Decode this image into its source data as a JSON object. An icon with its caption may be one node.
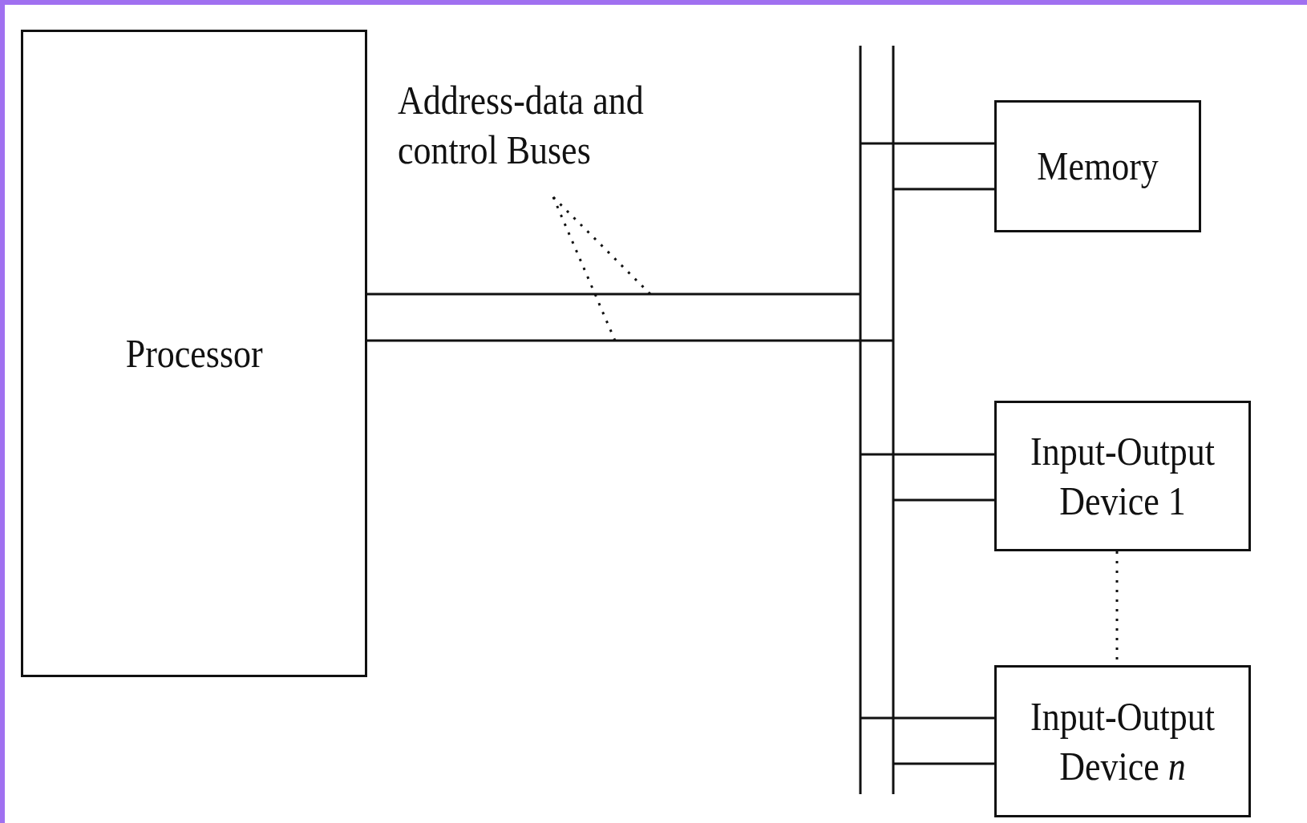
{
  "diagram": {
    "nodes": [
      {
        "text": [
          "Processor"
        ]
      },
      {
        "text": [
          "Memory"
        ]
      },
      {
        "text": [
          "Input-Output Device 1"
        ]
      },
      {
        "text": [
          "Input-Output Device *n*"
        ]
      },
      {
        "text": [],
        "shape": "bar"
      },
      {
        "text": [
          "Address-data and control Buses"
        ]
      }
    ],
    "edges": [
      {
        "from": 0,
        "to": 4,
        "arrow": "none"
      },
      {
        "from": 0,
        "to": 4,
        "arrow": "none"
      },
      {
        "from": 4,
        "to": 1,
        "arrow": "none"
      },
      {
        "from": 4,
        "to": 1,
        "arrow": "none"
      },
      {
        "from": 4,
        "to": 2,
        "arrow": "none"
      },
      {
        "from": 4,
        "to": 2,
        "arrow": "none"
      },
      {
        "from": 4,
        "to": 3,
        "arrow": "none"
      },
      {
        "from": 4,
        "to": 3,
        "arrow": "none"
      },
      {
        "from": 2,
        "to": 3,
        "arrow": "none",
        "style": "dashed"
      },
      {
        "from": 5,
        "to": null,
        "arrow": "none",
        "style": "dashed"
      },
      {
        "from": 5,
        "to": null,
        "arrow": "none",
        "style": "dashed"
      }
    ]
  }
}
